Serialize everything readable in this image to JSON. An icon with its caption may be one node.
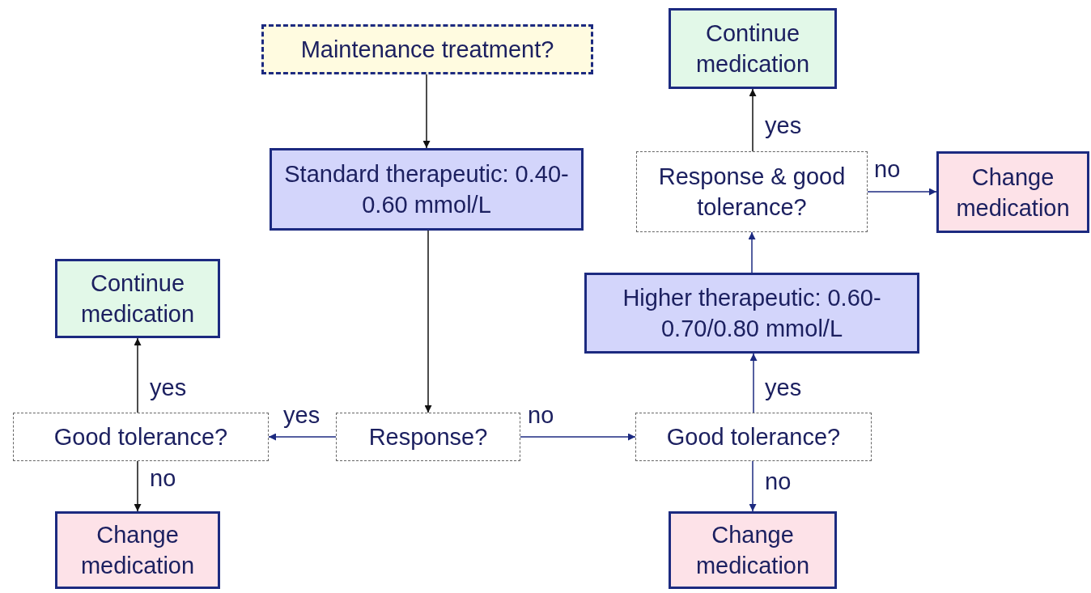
{
  "diagram": {
    "nodes": [
      {
        "text": [
          "Maintenance treatment?"
        ]
      },
      {
        "text": [
          "Standard therapeutic: 0.40-0.60 mmol/L"
        ]
      },
      {
        "text": [
          "Response?"
        ]
      },
      {
        "text": [
          "Good tolerance?"
        ]
      },
      {
        "text": [
          "Continue medication"
        ]
      },
      {
        "text": [
          "Change medication"
        ]
      },
      {
        "text": [
          "Good tolerance?"
        ]
      },
      {
        "text": [
          "Higher therapeutic: 0.60-0.70/0.80 mmol/L"
        ]
      },
      {
        "text": [
          "Response & good tolerance?"
        ]
      },
      {
        "text": [
          "Continue medication"
        ]
      },
      {
        "text": [
          "Change medication"
        ]
      },
      {
        "text": [
          "Change medication"
        ]
      }
    ],
    "edges": [
      {
        "from": 0,
        "to": 1,
        "arrow": "to",
        "color": "#111111"
      },
      {
        "from": 1,
        "to": 2,
        "arrow": "to",
        "color": "#111111"
      },
      {
        "from": 2,
        "to": 3,
        "arrow": "to",
        "label": "yes"
      },
      {
        "from": 2,
        "to": 6,
        "arrow": "to",
        "label": "no"
      },
      {
        "from": 3,
        "to": 4,
        "arrow": "to",
        "label": "yes",
        "color": "#111111"
      },
      {
        "from": 3,
        "to": 5,
        "arrow": "to",
        "label": "no",
        "color": "#111111"
      },
      {
        "from": 6,
        "to": 7,
        "arrow": "to",
        "label": "yes"
      },
      {
        "from": 6,
        "to": 11,
        "arrow": "to",
        "label": "no"
      },
      {
        "from": 7,
        "to": 8,
        "arrow": "to"
      },
      {
        "from": 8,
        "to": 9,
        "arrow": "to",
        "label": "yes",
        "color": "#111111"
      },
      {
        "from": 8,
        "to": 10,
        "arrow": "to",
        "label": "no"
      }
    ]
  }
}
